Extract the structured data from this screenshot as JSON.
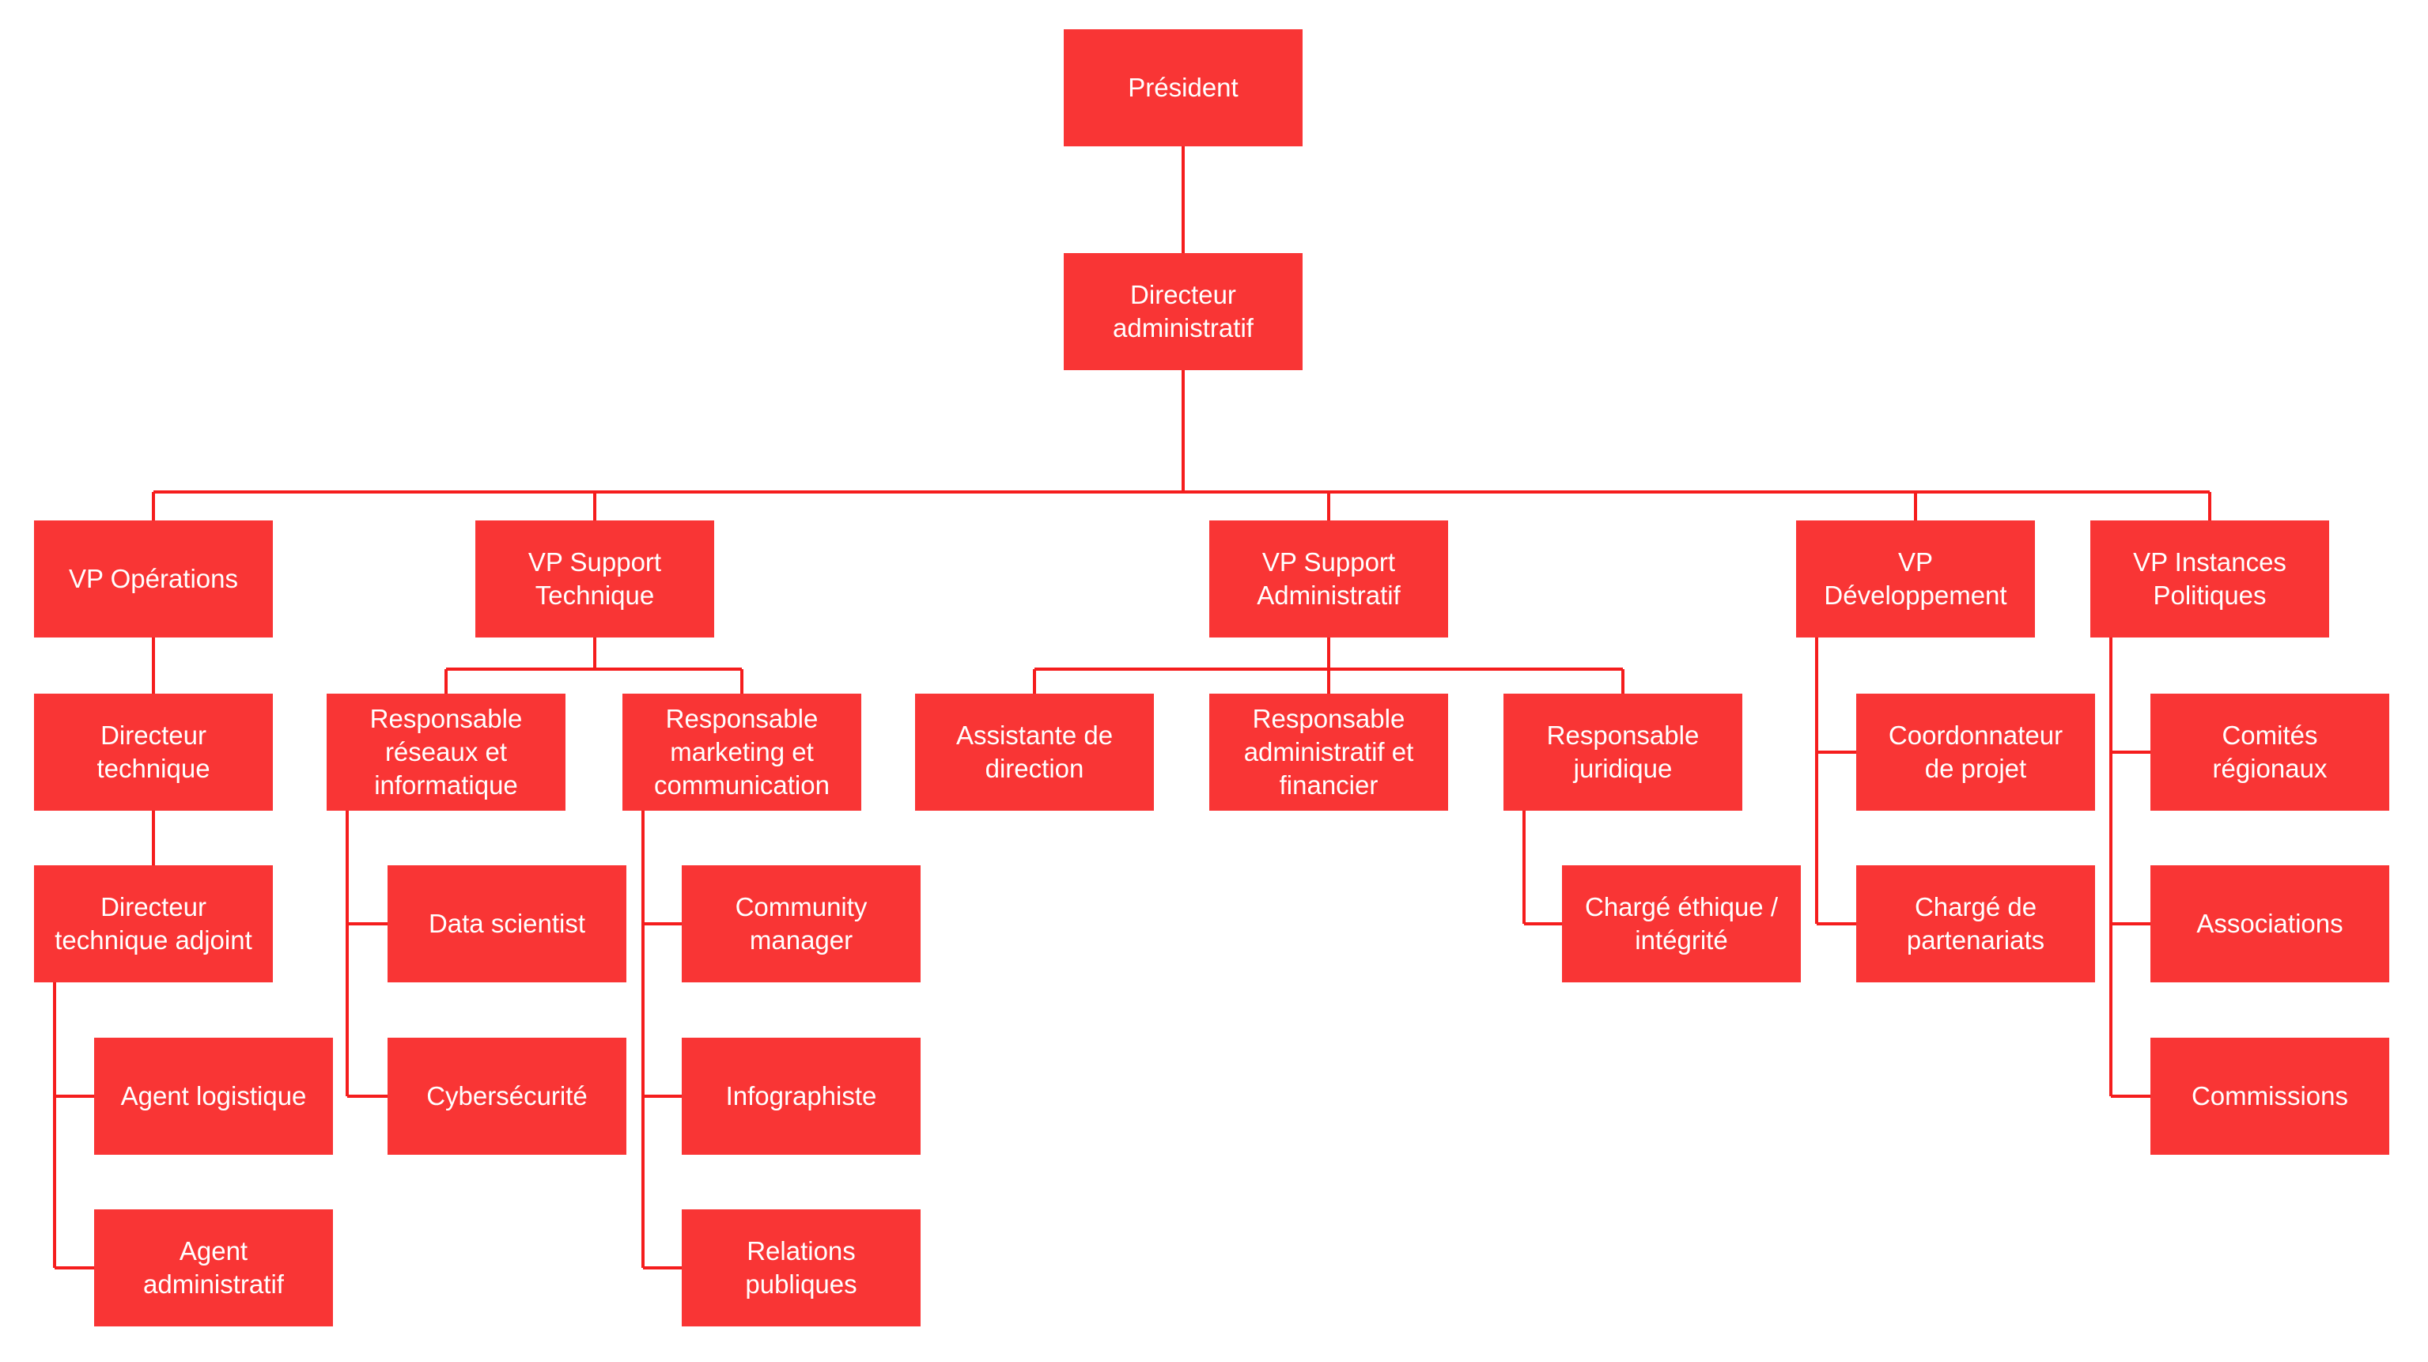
{
  "colors": {
    "box_fill": "#f93535",
    "box_text": "#ffffff",
    "connector": "#f51d1d"
  },
  "diagram": {
    "type": "org-chart",
    "title": "",
    "nodes": [
      {
        "id": "president",
        "label": "Président",
        "parent": null
      },
      {
        "id": "directeur-administratif",
        "label": "Directeur\nadministratif",
        "parent": "president"
      },
      {
        "id": "vp-operations",
        "label": "VP Opérations",
        "parent": "directeur-administratif"
      },
      {
        "id": "directeur-technique",
        "label": "Directeur\ntechnique",
        "parent": "vp-operations"
      },
      {
        "id": "directeur-technique-adjoint",
        "label": "Directeur\ntechnique adjoint",
        "parent": "directeur-technique"
      },
      {
        "id": "agent-logistique",
        "label": "Agent logistique",
        "parent": "directeur-technique-adjoint"
      },
      {
        "id": "agent-administratif",
        "label": "Agent\nadministratif",
        "parent": "directeur-technique-adjoint"
      },
      {
        "id": "vp-support-technique",
        "label": "VP Support\nTechnique",
        "parent": "directeur-administratif"
      },
      {
        "id": "responsable-reseaux-informatique",
        "label": "Responsable\nréseaux et\ninformatique",
        "parent": "vp-support-technique"
      },
      {
        "id": "data-scientist",
        "label": "Data scientist",
        "parent": "responsable-reseaux-informatique"
      },
      {
        "id": "cybersecurite",
        "label": "Cybersécurité",
        "parent": "responsable-reseaux-informatique"
      },
      {
        "id": "responsable-marketing-communication",
        "label": "Responsable\nmarketing et\ncommunication",
        "parent": "vp-support-technique"
      },
      {
        "id": "community-manager",
        "label": "Community\nmanager",
        "parent": "responsable-marketing-communication"
      },
      {
        "id": "infographiste",
        "label": "Infographiste",
        "parent": "responsable-marketing-communication"
      },
      {
        "id": "relations-publiques",
        "label": "Relations\npubliques",
        "parent": "responsable-marketing-communication"
      },
      {
        "id": "vp-support-administratif",
        "label": "VP Support\nAdministratif",
        "parent": "directeur-administratif"
      },
      {
        "id": "assistante-de-direction",
        "label": "Assistante de\ndirection",
        "parent": "vp-support-administratif"
      },
      {
        "id": "responsable-administratif-financier",
        "label": "Responsable\nadministratif et\nfinancier",
        "parent": "vp-support-administratif"
      },
      {
        "id": "responsable-juridique",
        "label": "Responsable\njuridique",
        "parent": "vp-support-administratif"
      },
      {
        "id": "charge-ethique-integrite",
        "label": "Chargé éthique /\nintégrité",
        "parent": "responsable-juridique"
      },
      {
        "id": "vp-developpement",
        "label": "VP\nDéveloppement",
        "parent": "directeur-administratif"
      },
      {
        "id": "coordonnateur-de-projet",
        "label": "Coordonnateur\nde projet",
        "parent": "vp-developpement"
      },
      {
        "id": "charge-de-partenariats",
        "label": "Chargé de\npartenariats",
        "parent": "vp-developpement"
      },
      {
        "id": "vp-instances-politiques",
        "label": "VP Instances\nPolitiques",
        "parent": "directeur-administratif"
      },
      {
        "id": "comites-regionaux",
        "label": "Comités\nrégionaux",
        "parent": "vp-instances-politiques"
      },
      {
        "id": "associations",
        "label": "Associations",
        "parent": "vp-instances-politiques"
      },
      {
        "id": "commissions",
        "label": "Commissions",
        "parent": "vp-instances-politiques"
      }
    ]
  }
}
